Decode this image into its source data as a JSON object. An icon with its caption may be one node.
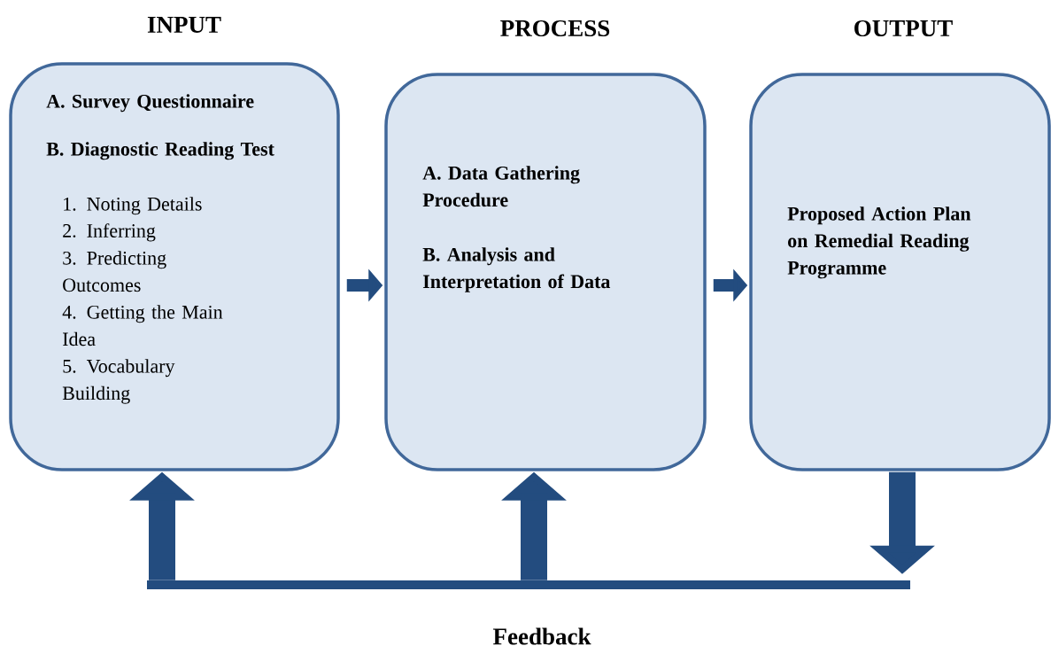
{
  "diagram": {
    "nodes": [
      {
        "text": [
          "INPUT",
          "A. Survey Questionnaire",
          "B. Diagnostic Reading Test",
          "1. Noting Details",
          "2. Inferring",
          "3. Predicting Outcomes",
          "4. Getting the Main Idea",
          "5. Vocabulary Building"
        ]
      },
      {
        "text": [
          "PROCESS",
          "A. Data Gathering Procedure",
          "B. Analysis and Interpretation of Data"
        ]
      },
      {
        "text": [
          "OUTPUT",
          "Proposed Action Plan on Remedial Reading Programme"
        ]
      },
      {
        "text": [
          "Feedback"
        ]
      }
    ],
    "edges": [
      {
        "from": 0,
        "to": 1,
        "arrow": "to"
      },
      {
        "from": 1,
        "to": 2,
        "arrow": "to"
      },
      {
        "from": 2,
        "to": 3,
        "arrow": "to"
      },
      {
        "from": 3,
        "to": 0,
        "arrow": "to"
      },
      {
        "from": 3,
        "to": 1,
        "arrow": "to"
      }
    ]
  }
}
